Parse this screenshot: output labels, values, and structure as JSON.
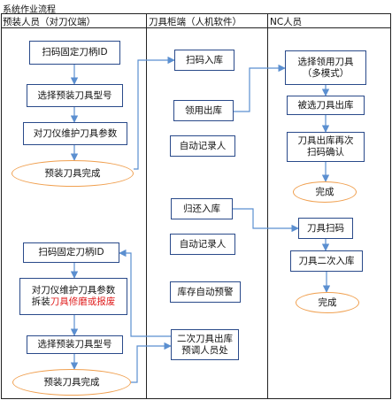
{
  "title": "系统作业流程",
  "lanes": [
    {
      "id": "preset",
      "label": "预装人员（对刀仪端）"
    },
    {
      "id": "cabinet",
      "label": "刀具柜端（人机软件）"
    },
    {
      "id": "nc",
      "label": "NC人员"
    }
  ],
  "nodes": [
    {
      "id": "p1",
      "shape": "box",
      "text": "扫码固定刀柄ID"
    },
    {
      "id": "p2",
      "shape": "box",
      "text": "选择预装刀具型号"
    },
    {
      "id": "p3",
      "shape": "box",
      "text": "对刀仪维护刀具参数"
    },
    {
      "id": "p4",
      "shape": "oval",
      "text": "预装刀具完成"
    },
    {
      "id": "p5",
      "shape": "box",
      "text": "扫码固定刀柄ID"
    },
    {
      "id": "p6",
      "shape": "box",
      "text": "对刀仪维护刀具参数",
      "text2": "拆装",
      "text2_red": "刀具修磨或报废"
    },
    {
      "id": "p7",
      "shape": "box",
      "text": "选择预装刀具型号"
    },
    {
      "id": "p8",
      "shape": "oval",
      "text": "预装刀具完成"
    },
    {
      "id": "c1",
      "shape": "box",
      "text": "扫码入库"
    },
    {
      "id": "c2",
      "shape": "box",
      "text": "领用出库"
    },
    {
      "id": "c3",
      "shape": "box",
      "text": "自动记录人"
    },
    {
      "id": "c4",
      "shape": "box",
      "text": "归还入库"
    },
    {
      "id": "c5",
      "shape": "box",
      "text": "自动记录人"
    },
    {
      "id": "c6",
      "shape": "box",
      "text": "库存自动预警"
    },
    {
      "id": "c7",
      "shape": "box",
      "text": "二次刀具出库",
      "text2": "预调人员处"
    },
    {
      "id": "n1",
      "shape": "box",
      "text": "选择领用刀具",
      "text2": "（多模式）"
    },
    {
      "id": "n2",
      "shape": "box",
      "text": "被选刀具出库"
    },
    {
      "id": "n3",
      "shape": "box",
      "text": "刀具出库再次",
      "text2": "扫码确认"
    },
    {
      "id": "n4",
      "shape": "oval",
      "text": "完成"
    },
    {
      "id": "n5",
      "shape": "box",
      "text": "刀具扫码"
    },
    {
      "id": "n6",
      "shape": "box",
      "text": "刀具二次入库"
    },
    {
      "id": "n7",
      "shape": "oval",
      "text": "完成"
    }
  ],
  "colors": {
    "box_border": "#2a4a8a",
    "oval_border": "#f0a050",
    "arrow": "#5b8fd0",
    "lane_border": "#222222",
    "highlight": "#e02020"
  }
}
